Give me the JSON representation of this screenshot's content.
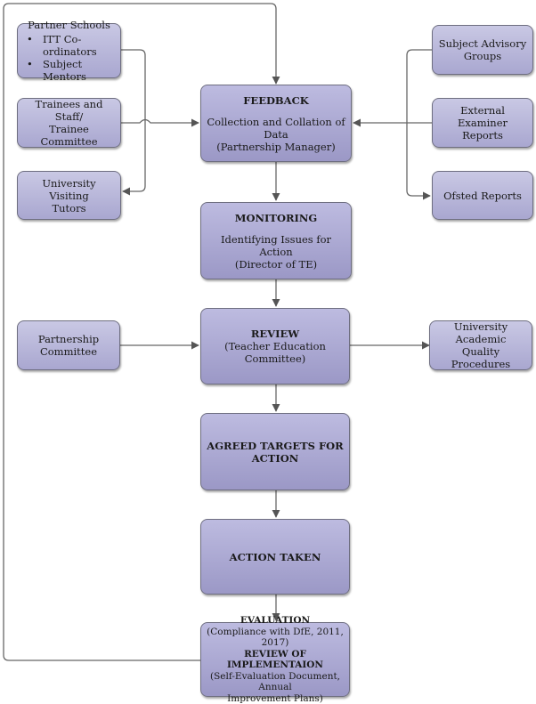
{
  "partner_schools": {
    "title": "Partner Schools",
    "items": [
      "ITT Co-ordinators",
      "Subject Mentors"
    ]
  },
  "trainees": {
    "line1": "Trainees and Staff/",
    "line2": "Trainee Committee"
  },
  "visiting_tutors": {
    "line1": "University Visiting",
    "line2": "Tutors"
  },
  "partnership_committee": {
    "line1": "Partnership",
    "line2": "Committee"
  },
  "subject_advisory": {
    "line1": "Subject Advisory",
    "line2": "Groups"
  },
  "external_examiner": {
    "line1": "External Examiner",
    "line2": "Reports"
  },
  "ofsted": {
    "label": "Ofsted Reports"
  },
  "quality_procedures": {
    "line1": "University Academic",
    "line2": "Quality Procedures"
  },
  "feedback": {
    "title": "FEEDBACK",
    "line1": "Collection and Collation of Data",
    "line2": "(Partnership Manager)"
  },
  "monitoring": {
    "title": "MONITORING",
    "line1": "Identifying Issues for Action",
    "line2": "(Director of TE)"
  },
  "review": {
    "title": "REVIEW",
    "line1": "(Teacher Education Committee)"
  },
  "targets": {
    "line1": "AGREED TARGETS FOR",
    "line2": "ACTION"
  },
  "action": {
    "title": "ACTION TAKEN"
  },
  "evaluation": {
    "title": "EVALUATION",
    "line1": "(Compliance with DfE, 2011, 2017)",
    "title2": "REVIEW OF IMPLEMENTAION",
    "line2": "(Self-Evaluation Document, Annual",
    "line3": "Improvement Plans)"
  }
}
